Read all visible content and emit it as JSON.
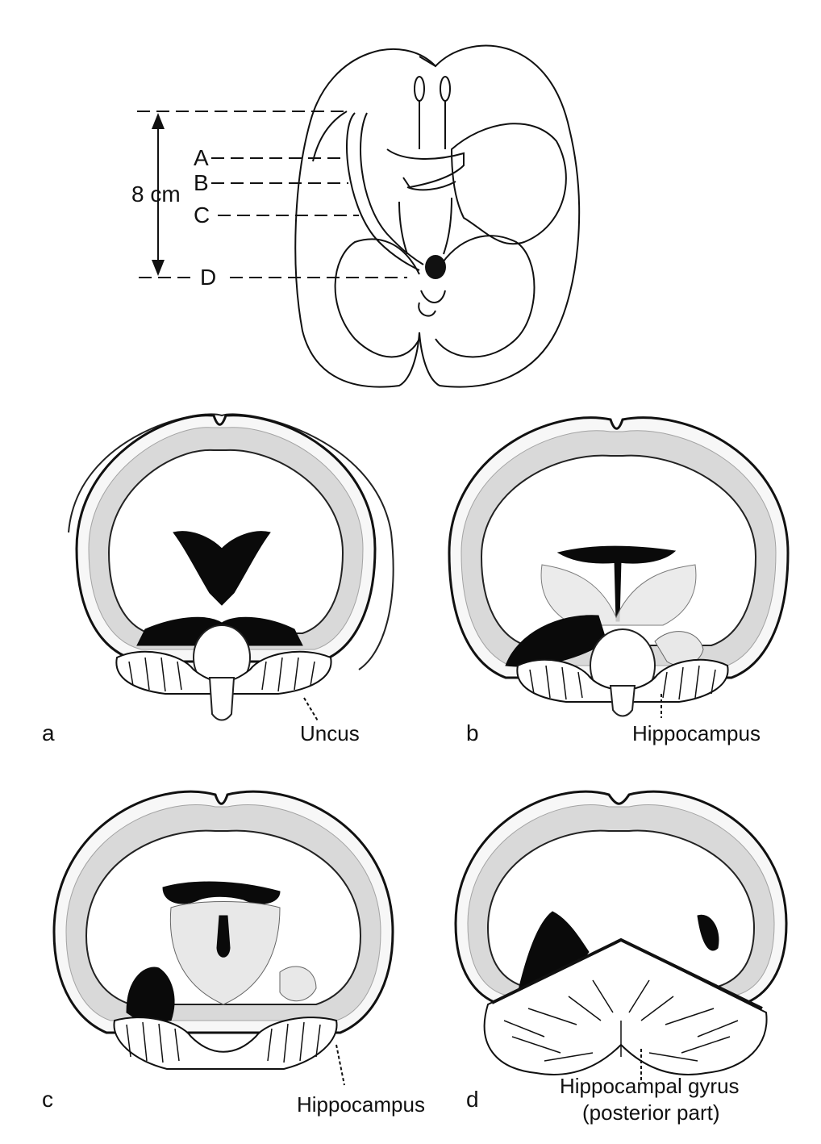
{
  "top_diagram": {
    "level_labels": [
      "A",
      "B",
      "C",
      "D"
    ],
    "scale_label": "8 cm"
  },
  "panels": [
    {
      "letter": "a",
      "label_lines": [
        "Uncus"
      ]
    },
    {
      "letter": "b",
      "label_lines": [
        "Hippocampus"
      ]
    },
    {
      "letter": "c",
      "label_lines": [
        "Hippocampus"
      ]
    },
    {
      "letter": "d",
      "label_lines": [
        "Hippocampal gyrus",
        "(posterior part)"
      ]
    }
  ]
}
